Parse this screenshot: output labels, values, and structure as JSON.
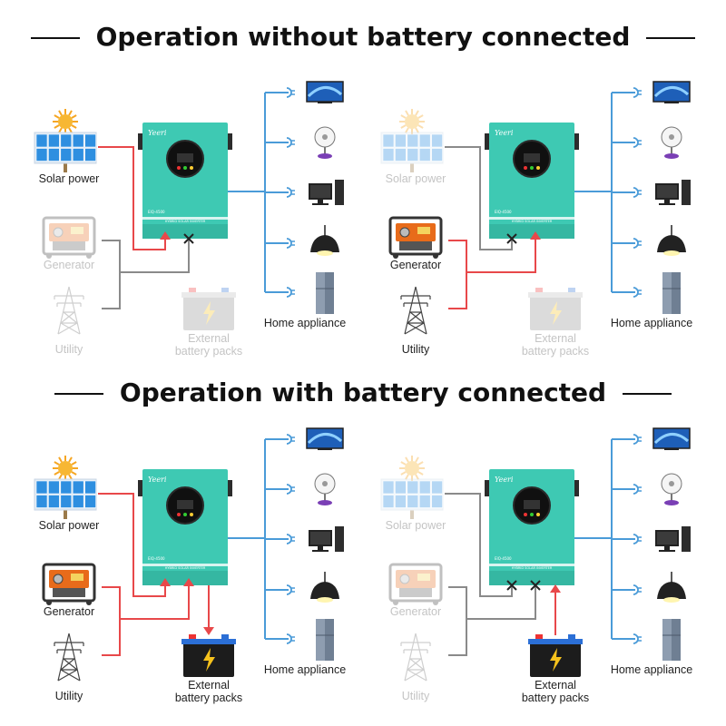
{
  "titles": {
    "top": "Operation without battery connected",
    "bottom": "Operation with battery connected"
  },
  "labels": {
    "solar": "Solar power",
    "generator": "Generator",
    "utility": "Utility",
    "battery_line1": "External",
    "battery_line2": "battery packs",
    "home": "Home appliance"
  },
  "inverter": {
    "brand": "Yeeri",
    "model": "EIQ-4500",
    "strip": "HYBRID SOLAR INVERTER"
  },
  "colors": {
    "inverter_body": "#3ec9b3",
    "active_line": "#e8484a",
    "inactive_line": "#8a8a8a",
    "output_line": "#4a9bd8"
  },
  "scenarios": [
    {
      "name": "solar only, no battery",
      "solar": true,
      "generator": false,
      "utility": false,
      "battery": false
    },
    {
      "name": "generator and utility, no battery",
      "solar": false,
      "generator": true,
      "utility": true,
      "battery": false
    },
    {
      "name": "solar charging battery",
      "solar": true,
      "generator": true,
      "utility": true,
      "battery": true
    },
    {
      "name": "battery only",
      "solar": false,
      "generator": false,
      "utility": false,
      "battery": true
    }
  ]
}
